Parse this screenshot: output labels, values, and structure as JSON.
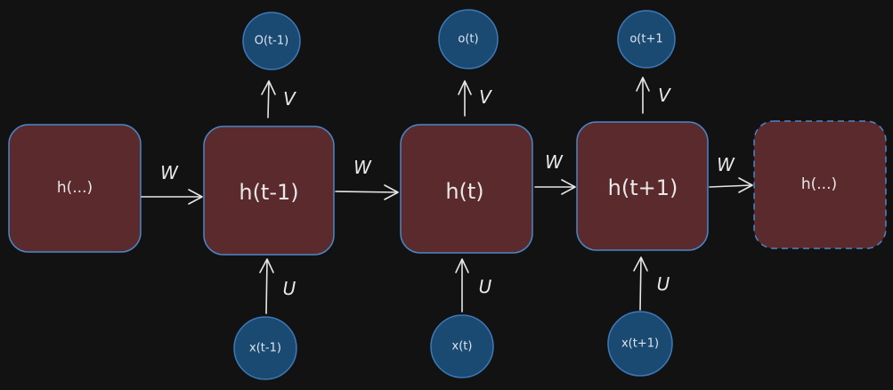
{
  "colors": {
    "background": "#121212",
    "hidden_state_fill": "#5a2a2c",
    "hidden_state_border": "#4a86c5",
    "io_node_fill": "#1a4a72",
    "io_node_border": "#3d79b8",
    "arrow": "#e6e6e6",
    "text": "#e8e8e8"
  },
  "hidden_states": [
    {
      "id": "h-prev-ellipsis",
      "label": "h(...)",
      "dashed": false
    },
    {
      "id": "h-t-minus-1",
      "label": "h(t-1)",
      "dashed": false
    },
    {
      "id": "h-t",
      "label": "h(t)",
      "dashed": false
    },
    {
      "id": "h-t-plus-1",
      "label": "h(t+1)",
      "dashed": false
    },
    {
      "id": "h-next-ellipsis",
      "label": "h(...)",
      "dashed": true
    }
  ],
  "outputs": [
    {
      "id": "o-t-minus-1",
      "label": "O(t-1)"
    },
    {
      "id": "o-t",
      "label": "o(t)"
    },
    {
      "id": "o-t-plus-1",
      "label": "o(t+1"
    }
  ],
  "inputs": [
    {
      "id": "x-t-minus-1",
      "label": "x(t-1)"
    },
    {
      "id": "x-t",
      "label": "x(t)"
    },
    {
      "id": "x-t-plus-1",
      "label": "x(t+1)"
    }
  ],
  "weights": {
    "recurrent": "W",
    "output": "V",
    "input": "U"
  }
}
